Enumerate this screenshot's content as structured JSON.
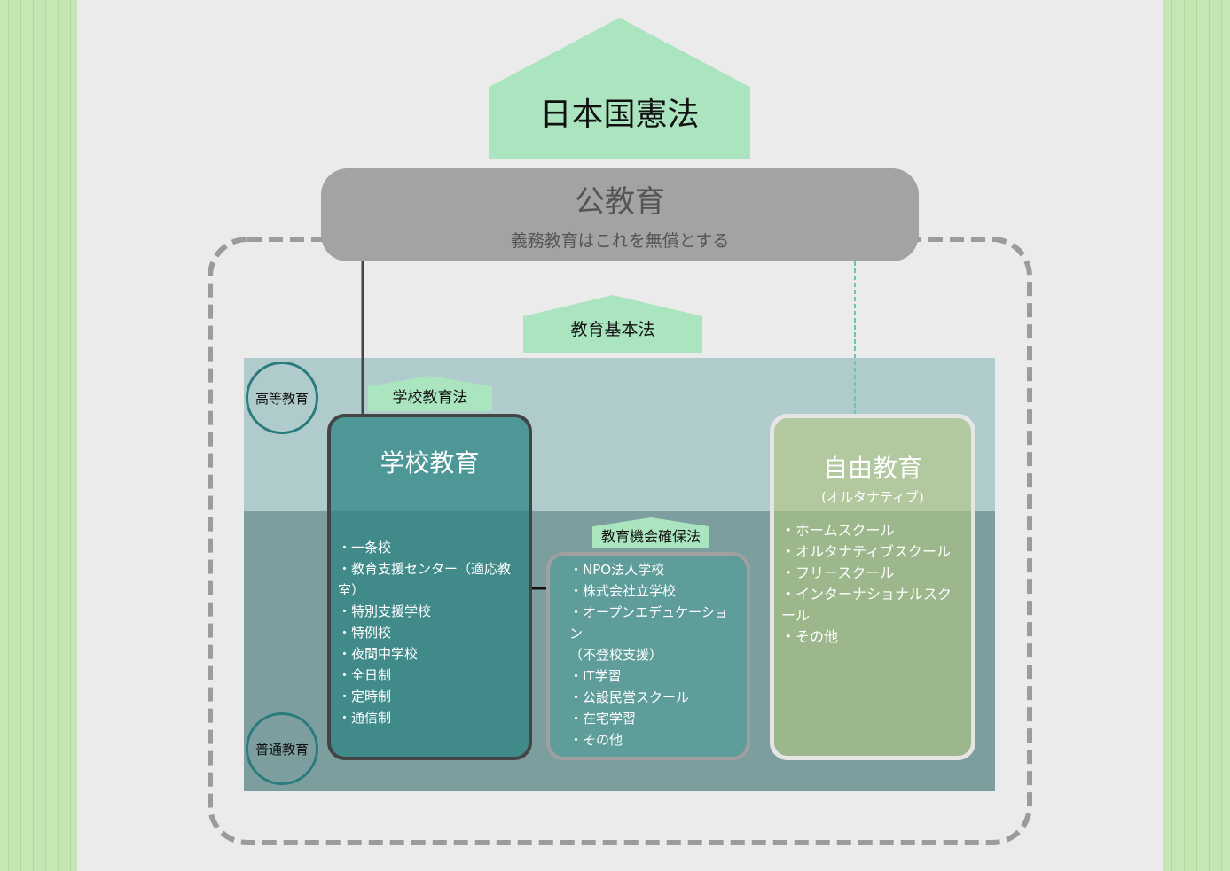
{
  "constitution": "日本国憲法",
  "public_education": {
    "title": "公教育",
    "subtitle": "義務教育はこれを無償とする"
  },
  "basic_law": "教育基本法",
  "levels": {
    "higher": "高等教育",
    "general": "普通教育"
  },
  "school": {
    "law": "学校教育法",
    "title": "学校教育",
    "items": [
      "・一条校",
      "・教育支援センター（適応教室）",
      "・特別支援学校",
      "・特例校",
      "・夜間中学校",
      "・全日制",
      "・定時制",
      "・通信制"
    ]
  },
  "opportunity": {
    "law": "教育機会確保法",
    "items": [
      "・NPO法人学校",
      "・株式会社立学校",
      "・オープンエデュケーション",
      "（不登校支援）",
      "・IT学習",
      "・公設民営スクール",
      "・在宅学習",
      "・その他"
    ]
  },
  "free": {
    "title": "自由教育",
    "subtitle": "(オルタナティブ)",
    "items": [
      "・ホームスクール",
      "・オルタナティブスクール",
      "・フリースクール",
      "・インターナショナルスクール",
      "・その他"
    ]
  }
}
